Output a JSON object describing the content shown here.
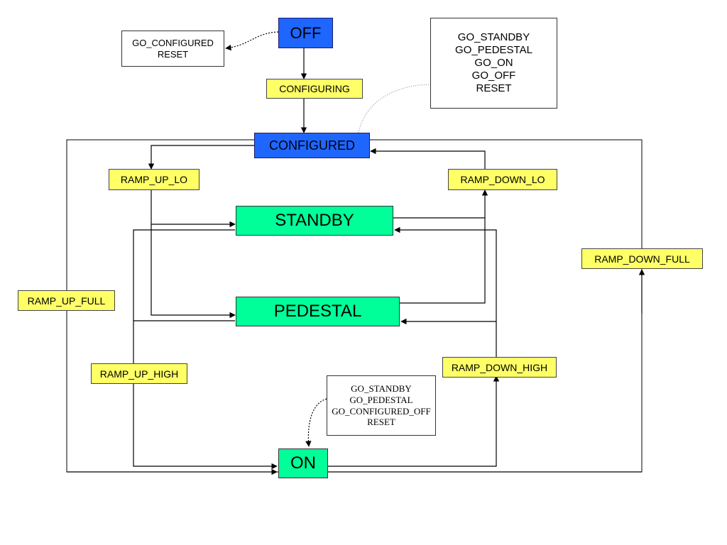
{
  "states": {
    "off": "OFF",
    "configured": "CONFIGURED",
    "standby": "STANDBY",
    "pedestal": "PEDESTAL",
    "on": "ON"
  },
  "transitions": {
    "configuring": "CONFIGURING",
    "ramp_up_lo": "RAMP_UP_LO",
    "ramp_down_lo": "RAMP_DOWN_LO",
    "ramp_up_full": "RAMP_UP_FULL",
    "ramp_down_full": "RAMP_DOWN_FULL",
    "ramp_up_high": "RAMP_UP_HIGH",
    "ramp_down_high": "RAMP_DOWN_HIGH"
  },
  "notes": {
    "off_commands": [
      "GO_CONFIGURED",
      "RESET"
    ],
    "configured_commands": [
      "GO_STANDBY",
      "GO_PEDESTAL",
      "GO_ON",
      "GO_OFF",
      "RESET"
    ],
    "on_commands": [
      "GO_STANDBY",
      "GO_PEDESTAL",
      "GO_CONFIGURED_OFF",
      "RESET"
    ]
  },
  "colors": {
    "state_blue": "#1f66ff",
    "state_green": "#00ff99",
    "transition_yellow": "#ffff66"
  }
}
